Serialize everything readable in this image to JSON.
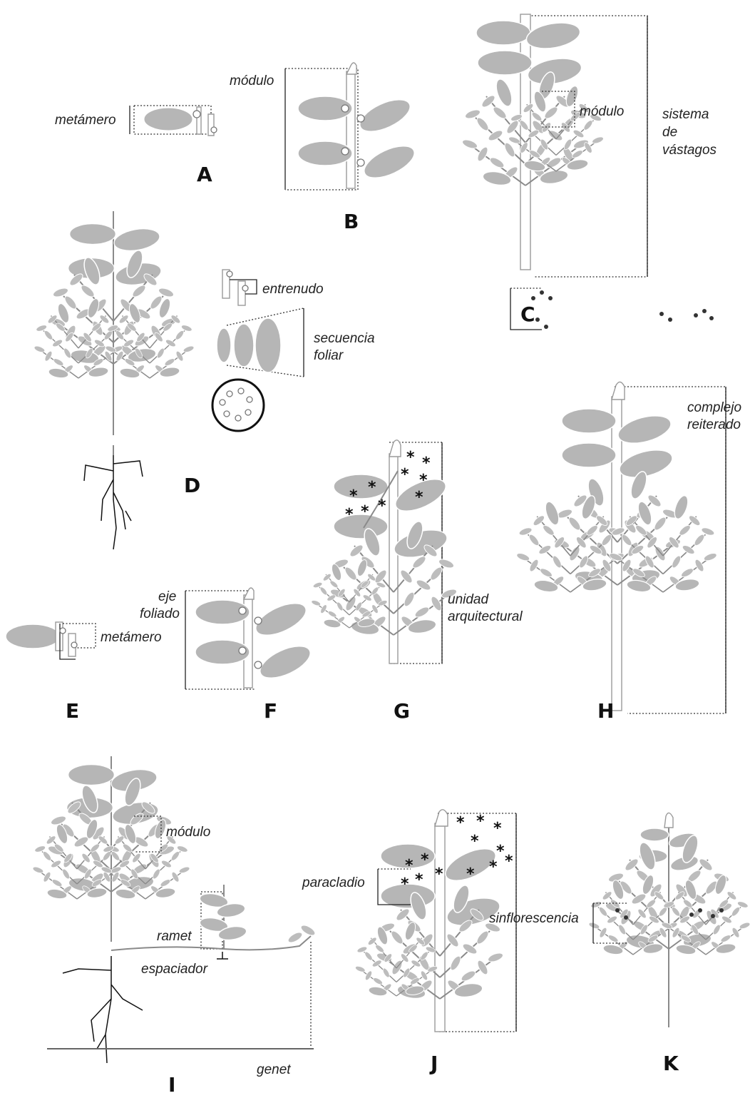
{
  "labels": {
    "metamero_a": "metámero",
    "modulo_b": "módulo",
    "modulo_c": "módulo",
    "sistema": "sistema",
    "de": "de",
    "vastagos": "vástagos",
    "entrenudo": "entrenudo",
    "secuencia": "secuencia",
    "foliar": "foliar",
    "eje": "eje",
    "foliado": "foliado",
    "metamero_e": "metámero",
    "unidad": "unidad",
    "arquitectural": "arquitectural",
    "complejo": "complejo",
    "reiterado": "reiterado",
    "modulo_i": "módulo",
    "ramet": "ramet",
    "espaciador": "espaciador",
    "genet": "genet",
    "paracladio": "paracladio",
    "sinflorescencia": "sinflorescencia"
  },
  "panels": {
    "A": "A",
    "B": "B",
    "C": "C",
    "D": "D",
    "E": "E",
    "F": "F",
    "G": "G",
    "H": "H",
    "I": "I",
    "J": "J",
    "K": "K"
  },
  "colors": {
    "leaf": "#b6b6b6",
    "stem": "#8a8a8a",
    "ink": "#222222"
  }
}
